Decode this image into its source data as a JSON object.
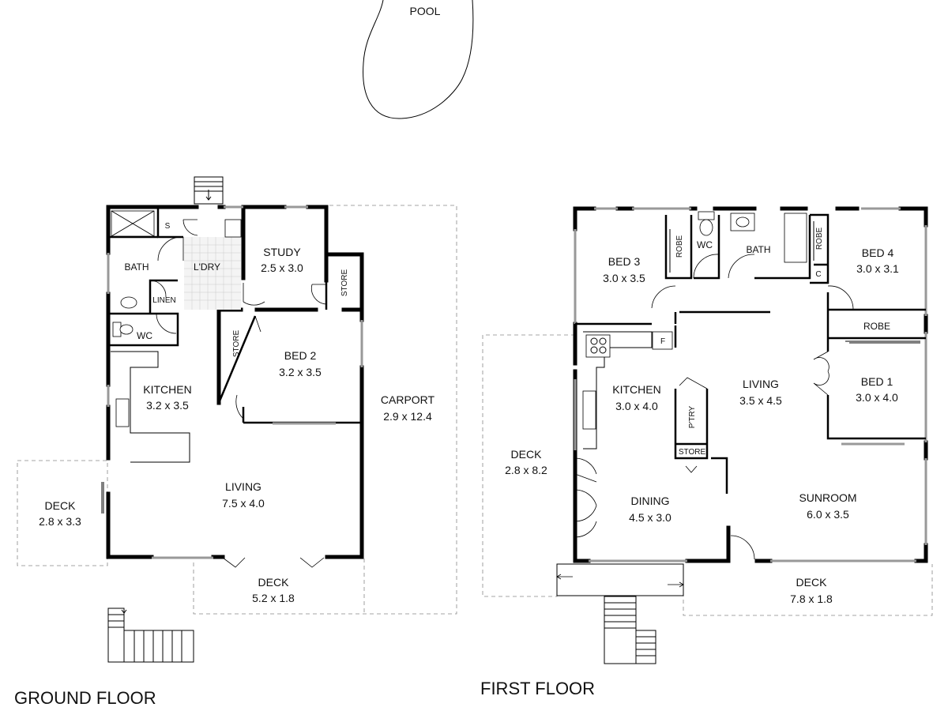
{
  "pool": {
    "label": "POOL"
  },
  "ground_floor": {
    "title": "GROUND FLOOR",
    "rooms": {
      "bath": {
        "name": "BATH"
      },
      "s": {
        "name": "S"
      },
      "laundry": {
        "name": "L'DRY"
      },
      "linen": {
        "name": "LINEN"
      },
      "wc": {
        "name": "WC"
      },
      "study": {
        "name": "STUDY",
        "size": "2.5 x 3.0"
      },
      "store_study": {
        "name": "STORE"
      },
      "store_bed": {
        "name": "STORE"
      },
      "bed2": {
        "name": "BED 2",
        "size": "3.2 x 3.5"
      },
      "kitchen": {
        "name": "KITCHEN",
        "size": "3.2 x 3.5"
      },
      "carport": {
        "name": "CARPORT",
        "size": "2.9 x 12.4"
      },
      "living": {
        "name": "LIVING",
        "size": "7.5 x 4.0"
      },
      "deck_side": {
        "name": "DECK",
        "size": "2.8 x 3.3"
      },
      "deck_front": {
        "name": "DECK",
        "size": "5.2 x 1.8"
      }
    }
  },
  "first_floor": {
    "title": "FIRST FLOOR",
    "rooms": {
      "bed3": {
        "name": "BED 3",
        "size": "3.0 x 3.5"
      },
      "robe3": {
        "name": "ROBE"
      },
      "wc": {
        "name": "WC"
      },
      "bath": {
        "name": "BATH"
      },
      "robe4": {
        "name": "ROBE"
      },
      "c": {
        "name": "C"
      },
      "bed4": {
        "name": "BED 4",
        "size": "3.0 x 3.1"
      },
      "f": {
        "name": "F"
      },
      "kitchen": {
        "name": "KITCHEN",
        "size": "3.0 x 4.0"
      },
      "pantry": {
        "name": "P'TRY"
      },
      "store": {
        "name": "STORE"
      },
      "living": {
        "name": "LIVING",
        "size": "3.5 x 4.5"
      },
      "robe1": {
        "name": "ROBE"
      },
      "bed1": {
        "name": "BED 1",
        "size": "3.0 x 4.0"
      },
      "deck_side": {
        "name": "DECK",
        "size": "2.8 x 8.2"
      },
      "dining": {
        "name": "DINING",
        "size": "4.5 x 3.0"
      },
      "sunroom": {
        "name": "SUNROOM",
        "size": "6.0 x 3.5"
      },
      "deck_front": {
        "name": "DECK",
        "size": "7.8 x 1.8"
      }
    }
  }
}
